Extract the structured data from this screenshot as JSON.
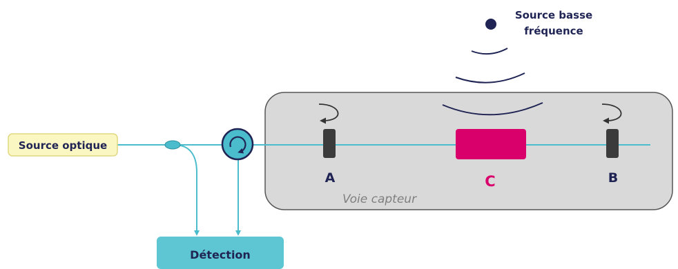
{
  "labels": {
    "source_optique": "Source optique",
    "detection": "Détection",
    "source_basse_line1": "Source basse",
    "source_basse_line2": "fréquence",
    "voie_capteur": "Voie capteur",
    "mark_a": "A",
    "mark_b": "B",
    "mark_c": "C"
  },
  "icons": {
    "circulator": "circulator-icon",
    "coupler": "coupler-icon",
    "source_dot": "source-dot-icon",
    "wave": "acoustic-wave-icon",
    "reflection_arrow": "reflection-arrow-icon"
  },
  "colors": {
    "fiber": "#4bbccc",
    "fiber_dark": "#2a8f9f",
    "source_box_fill": "#fbf7c2",
    "source_box_stroke": "#e0d880",
    "detection_fill": "#5ec5d3",
    "sensor_region_fill": "#d9d9d9",
    "sensor_region_stroke": "#555555",
    "reflector": "#3b3b3b",
    "sensor_c": "#d9006c",
    "navy": "#1f2454",
    "wave": "#1f2454"
  }
}
